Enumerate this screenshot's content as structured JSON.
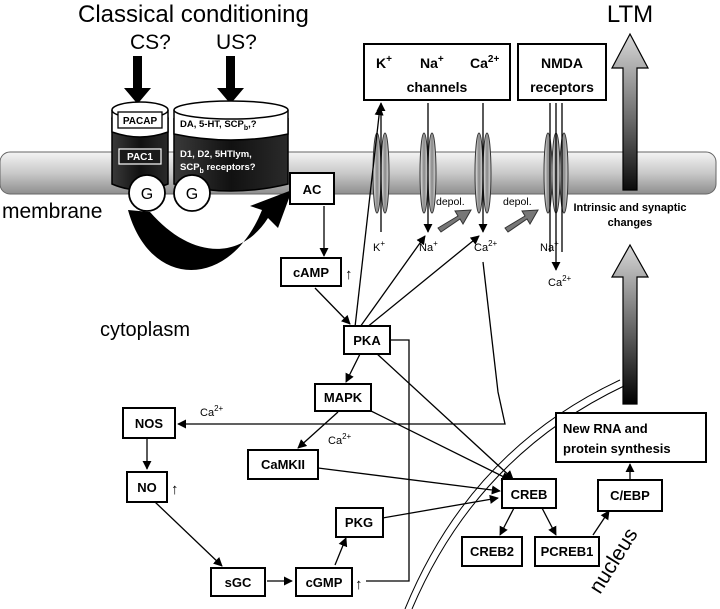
{
  "title": "Classical conditioning",
  "stimuli": {
    "cs": "CS?",
    "us": "US?"
  },
  "ltm": "LTM",
  "receptors": {
    "pacap": "PACAP",
    "pac1": "PAC1",
    "ligands": "DA, 5-HT, SCP",
    "ligands_sub": "b",
    "ligands_tail": ",?",
    "rec1": "D1, D2, 5HTlym,",
    "rec2a": "SCP",
    "rec2_sub": "b",
    "rec2b": " receptors?",
    "g1": "G",
    "g2": "G"
  },
  "labels": {
    "membrane": "membrane",
    "cytoplasm": "cytoplasm",
    "nucleus": "nucleus"
  },
  "channels": {
    "k": "K",
    "na": "Na",
    "ca": "Ca",
    "plus": "+",
    "ca_charge": "2+",
    "caption": "channels"
  },
  "nmda": {
    "line1": "NMDA",
    "line2": "receptors"
  },
  "depol": "depol.",
  "changes": {
    "line1": "Intrinsic and synaptic",
    "line2": "changes"
  },
  "nodes": {
    "ac": "AC",
    "camp": "cAMP",
    "pka": "PKA",
    "mapk": "MAPK",
    "nos": "NOS",
    "no": "NO",
    "camkii": "CaMKII",
    "pkg": "PKG",
    "sgc": "sGC",
    "cgmp": "cGMP",
    "creb": "CREB",
    "creb2": "CREB2",
    "pcreb1": "PCREB1",
    "cebp": "C/EBP"
  },
  "synthesis": {
    "line1": "New RNA and",
    "line2": "protein synthesis"
  },
  "ions": {
    "k": "K",
    "na": "Na",
    "ca": "Ca",
    "plus": "+",
    "ca_charge": "2+"
  },
  "up_arrow": "↑",
  "colors": {
    "membrane_light": "#e4e4e4",
    "membrane_dark": "#9a9a9a",
    "receptor_dark": "#1c1c1c"
  }
}
